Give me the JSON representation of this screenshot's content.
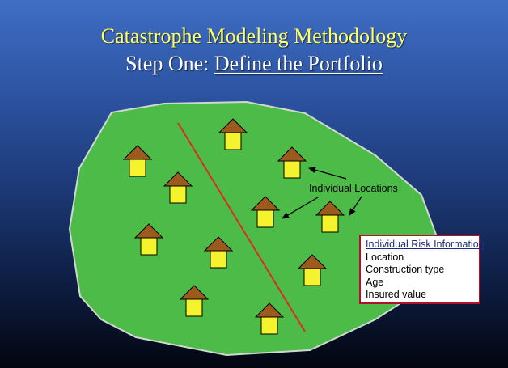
{
  "title": "Catastrophe Modeling Methodology",
  "subtitle": {
    "prefix": "Step One: ",
    "emphasis": "Define the Portfolio"
  },
  "diagram": {
    "locations_label": "Individual Locations",
    "risk_info": {
      "heading": "Individual Risk Information",
      "items": [
        "Location",
        "Construction type",
        "Age",
        "Insured value"
      ]
    }
  },
  "colors": {
    "region_fill": "#4cbb48",
    "region_stroke": "#cfd8cf",
    "divider": "#dd2b22",
    "roof": "#9c5a1d",
    "house_body": "#f5f32e",
    "title_text": "#ffff66",
    "box_border": "#b1112a"
  },
  "icons": [
    "house-icon",
    "arrow-icon"
  ],
  "house_count": 12
}
